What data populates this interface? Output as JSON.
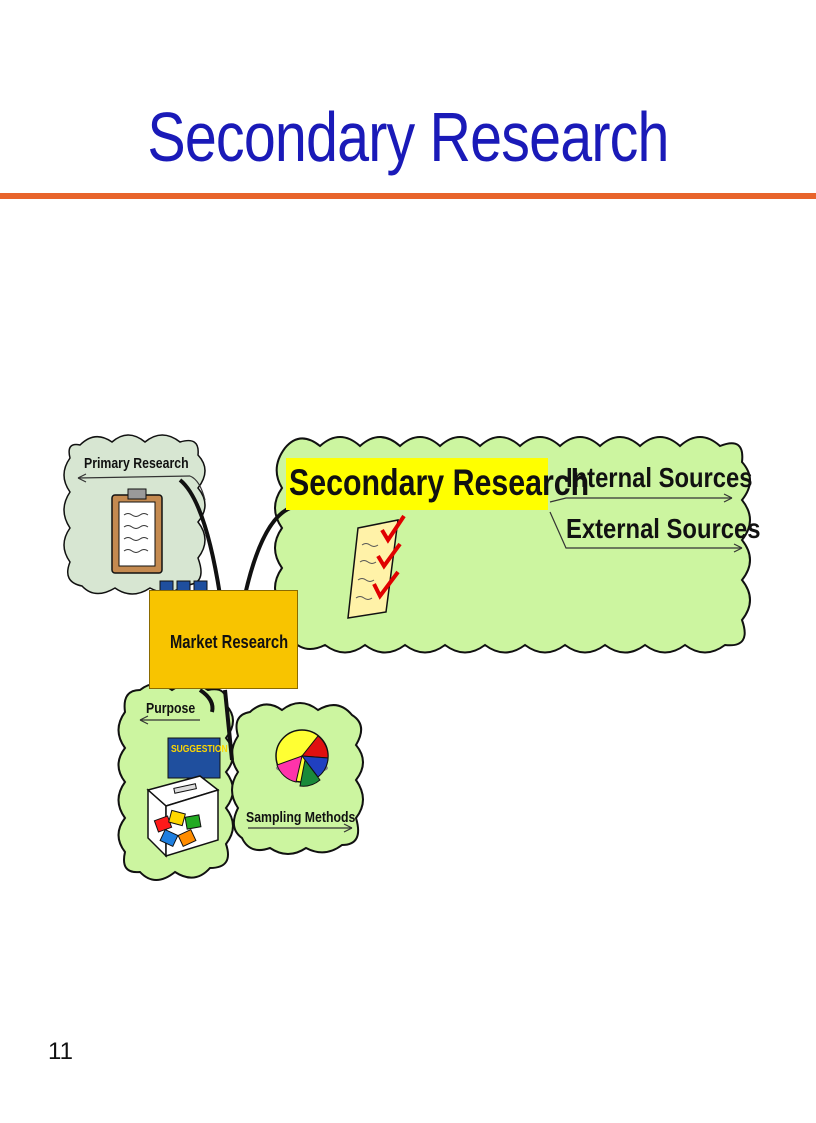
{
  "slide": {
    "title": "Secondary Research",
    "page_number": "11"
  },
  "diagram": {
    "center": "Market Research",
    "highlight": "Secondary Research",
    "branches": {
      "primary": "Primary Research",
      "purpose": "Purpose",
      "sampling": "Sampling Methods",
      "internal": "Internal Sources",
      "external": "External Sources"
    },
    "suggestion_sign": "SUGGESTION"
  },
  "colors": {
    "title": "#1a1ab8",
    "rule": "#e8642b",
    "cloud_green": "#ccf5a0",
    "cloud_grey": "#d7e6d2",
    "highlight": "#ffff00",
    "center_box": "#f8c400"
  }
}
